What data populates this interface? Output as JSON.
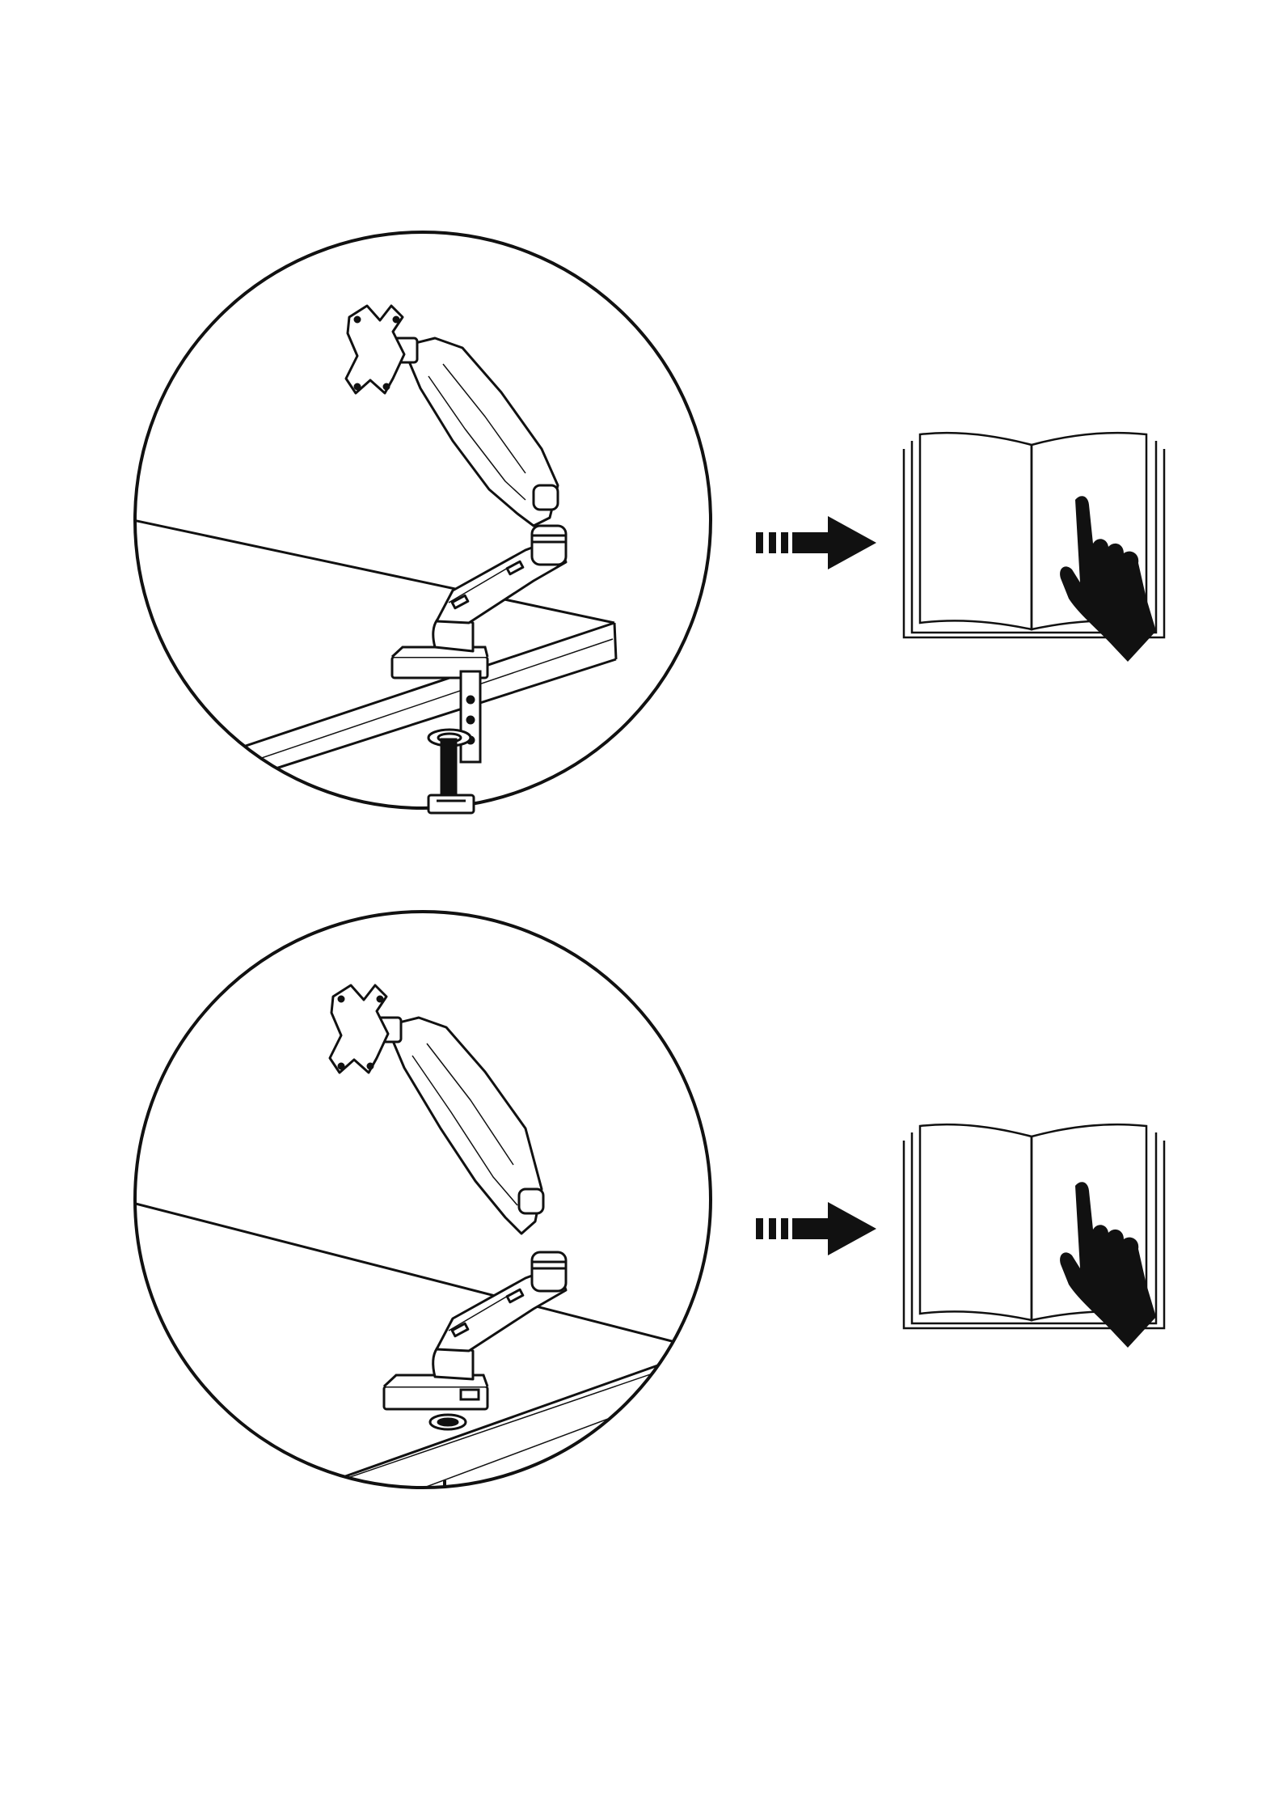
{
  "page": {
    "background": "#ffffff",
    "ink": "#111111",
    "steps": [
      {
        "id": "clamp",
        "mount_type": "desk-clamp",
        "icons": [
          "monitor-arm-icon",
          "desk-clamp-icon",
          "dashed-arrow-icon",
          "open-book-icon",
          "pointing-hand-icon"
        ]
      },
      {
        "id": "grommet",
        "mount_type": "grommet",
        "icons": [
          "monitor-arm-icon",
          "grommet-base-icon",
          "dashed-arrow-icon",
          "open-book-icon",
          "pointing-hand-icon"
        ]
      }
    ]
  }
}
